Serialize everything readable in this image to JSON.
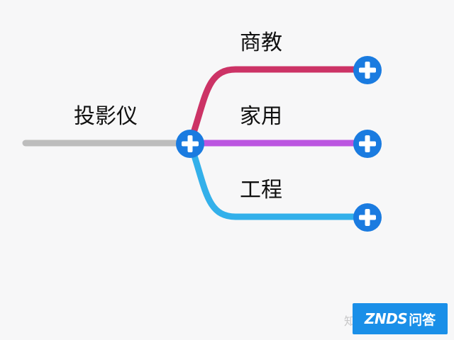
{
  "mindmap": {
    "root": {
      "label": "投影仪",
      "line_color": "#bdbdbd"
    },
    "branches": [
      {
        "label": "商教",
        "color": "#cc3366"
      },
      {
        "label": "家用",
        "color": "#bb55e0"
      },
      {
        "label": "工程",
        "color": "#33b0ea"
      }
    ],
    "expand_button": {
      "symbol": "+",
      "color": "#1a7be0",
      "icon": "plus-circle-icon"
    }
  },
  "watermark": {
    "ghost_text": "知",
    "brand_latin": "ZNDS",
    "brand_cjk": "问答",
    "color": "#1a8fe8"
  }
}
